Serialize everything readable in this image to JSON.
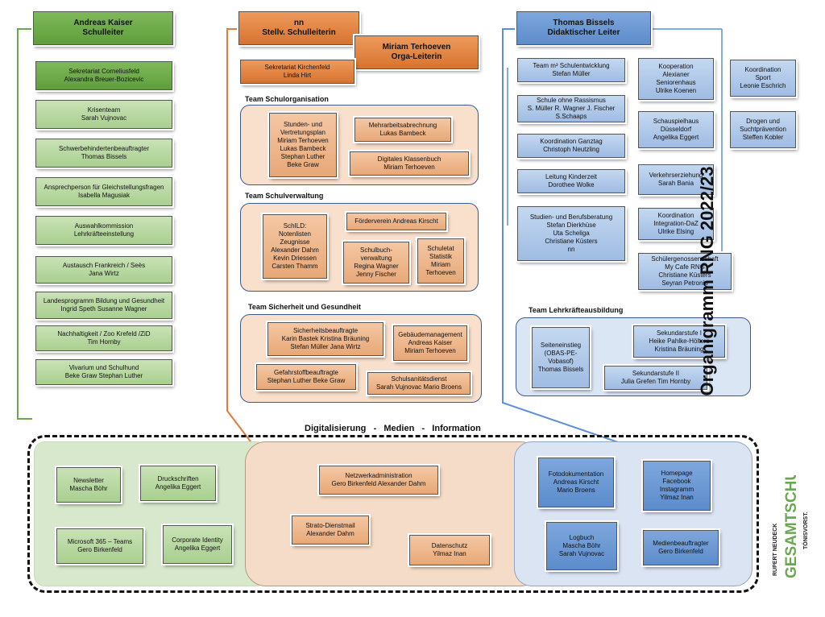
{
  "title": "Organigramm RNG 2022/23",
  "logo": {
    "line1": "RUPERT NEUDECK",
    "line2": "GESAMTSCHULE",
    "line3": "TÖNISVORST."
  },
  "leaders": {
    "schulleiter": {
      "name": "Andreas Kaiser",
      "role": "Schulleiter"
    },
    "stellv": {
      "name": "nn",
      "role": "Stellv. Schulleiterin"
    },
    "orga": {
      "name": "Miriam Terhoeven",
      "role": "Orga-Leiterin"
    },
    "didaktik": {
      "name": "Thomas Bissels",
      "role": "Didaktischer Leiter"
    }
  },
  "left_column": [
    {
      "title": "Sekretariat Corneliusfeld",
      "people": "Alexandra Breuer-Bozicevic"
    },
    {
      "title": "Krisenteam",
      "people": "Sarah Vujnovac"
    },
    {
      "title": "Schwerbehindertenbeauftragter",
      "people": "Thomas Bissels"
    },
    {
      "title": "Ansprechperson für Gleichstellungsfragen",
      "people": "Isabella Magusiak"
    },
    {
      "title": "Auswahlkommission",
      "people": "Lehrkräfteeinstellung"
    },
    {
      "title": "Austausch Frankreich / Seès",
      "people": "Jana Wirtz"
    },
    {
      "title": "Landesprogramm Bildung und Gesundheit",
      "people": "Ingrid Speth   Susanne Wagner"
    },
    {
      "title": "Nachhaltigkeit / Zoo Krefeld /ZiD",
      "people": "Tim Hornby"
    },
    {
      "title": "Vivarium und Schulhund",
      "people": "Beke Graw   Stephan Luther"
    }
  ],
  "sekretariat_kirchenfeld": {
    "title": "Sekretariat Kirchenfeld",
    "people": "Linda Hirt"
  },
  "team_schulorganisation": {
    "label": "Team Schulorganisation",
    "stundenplan": [
      "Stunden- und",
      "Vertretungsplan",
      "Miriam Terhoeven",
      "Lukas Bambeck",
      "Stephan Luther",
      "Beke Graw"
    ],
    "mehrarbeit": [
      "Mehrarbeitsabrechnung",
      "Lukas Bambeck"
    ],
    "klassenbuch": [
      "Digitales Klassenbuch",
      "Miriam Terhoeven"
    ]
  },
  "team_schulverwaltung": {
    "label": "Team Schulverwaltung",
    "schild": [
      "SchILD:",
      "Notenlisten",
      "Zeugnisse",
      "Alexander Dahm",
      "Kevin Driessen",
      "Carsten Thamm"
    ],
    "foerderverein": [
      "Förderverein Andreas Kirscht"
    ],
    "schulbuch": [
      "Schulbuch-",
      "verwaltung",
      "Regina Wagner",
      "Jenny Fischer"
    ],
    "schuletat": [
      "Schuletat",
      "Statistik",
      "Miriam",
      "Terhoeven"
    ]
  },
  "team_sicherheit": {
    "label": "Team Sicherheit und Gesundheit",
    "sicherheit": [
      "Sicherheitsbeauftragte",
      "Karin Bastek Kristina Bräuning",
      "Stefan Müller Jana Wirtz"
    ],
    "gebaeude": [
      "Gebäudemanagement",
      "Andreas Kaiser",
      "Miriam Terhoeven"
    ],
    "gefahrstoff": [
      "Gefahrstoffbeauftragte",
      "Stephan Luther Beke Graw"
    ],
    "sanitaet": [
      "Schulsanitätsdienst",
      "Sarah Vujnovac Mario Broens"
    ]
  },
  "didaktik_col1": [
    [
      "Team m³ Schulentwicklung",
      "Stefan Müller"
    ],
    [
      "Schule ohne Rassismus",
      "S. Müller R. Wagner J. Fischer",
      "S.Schaaps"
    ],
    [
      "Koordination Ganztag",
      "Christoph Neutzling"
    ],
    [
      "Leitung Kinderzeit",
      "Dorothee Wolke"
    ],
    [
      "Studien- und Berufsberatung",
      "Stefan Dierkhüse",
      "Uta Scheliga",
      "Christiane Küsters",
      "nn"
    ]
  ],
  "didaktik_col2": [
    [
      "Kooperation",
      "Alexianer",
      "Seniorenhaus",
      "Ulrike Koenen"
    ],
    [
      "Schauspielhaus",
      "Düsseldorf",
      "Angelika Eggert"
    ],
    [
      "Verkehrserziehung",
      "Sarah Bania"
    ],
    [
      "Koordination",
      "Integration-DaZ",
      "Ulrike Elsing"
    ],
    [
      "Schülergenossenschaft",
      "My Cafe RNG",
      "Christiane Küsters",
      "Seyran Petronio"
    ]
  ],
  "didaktik_col3": [
    [
      "Koordination",
      "Sport",
      "Leonie Eschrich"
    ],
    [
      "Drogen und",
      "Suchtprävention",
      "Steffen Kobler"
    ]
  ],
  "team_lehrkraefte": {
    "label": "Team Lehrkräfteausbildung",
    "seiteneinstieg": [
      "Seiteneinstieg",
      "(OBAS-PE-",
      "Vobasof)",
      "Thomas Bissels"
    ],
    "sek1": [
      "Sekundarstufe I",
      "Heike Pahlke-Hölters",
      "Kristina Bräuning"
    ],
    "sek2": [
      "Sekundarstufe II",
      "Julia Grefen   Tim Hornby"
    ]
  },
  "digital": {
    "header": "Digitalisierung   -   Medien   -   Information",
    "newsletter": [
      "Newsletter",
      "Mascha Böhr"
    ],
    "druckschriften": [
      "Druckschriften",
      "Angelika Eggert"
    ],
    "ms365": [
      "Microsoft 365 – Teams",
      "Gero Birkenfeld"
    ],
    "ci": [
      "Corporate Identity",
      "Angelika Eggert"
    ],
    "netzwerk": [
      "Netzwerkadministration",
      "Gero Birkenfeld   Alexander Dahm"
    ],
    "strato": [
      "Strato-Dienstmail",
      "Alexander Dahm"
    ],
    "datenschutz": [
      "Datenschutz",
      "Yilmaz Inan"
    ],
    "foto": [
      "Fotodokumentation",
      "Andreas Kirscht",
      "Mario Broens"
    ],
    "homepage": [
      "Homepage",
      "Facebook",
      "Instagramm",
      "Yilmaz Inan"
    ],
    "logbuch": [
      "Logbuch",
      "Mascha Böhr",
      "Sarah Vujnovac"
    ],
    "medien": [
      "Medienbeauftragter",
      "Gero Birkenfeld"
    ]
  },
  "colors": {
    "green": "#6aa84f",
    "orange": "#e07b39",
    "blue": "#5b8fd6"
  }
}
